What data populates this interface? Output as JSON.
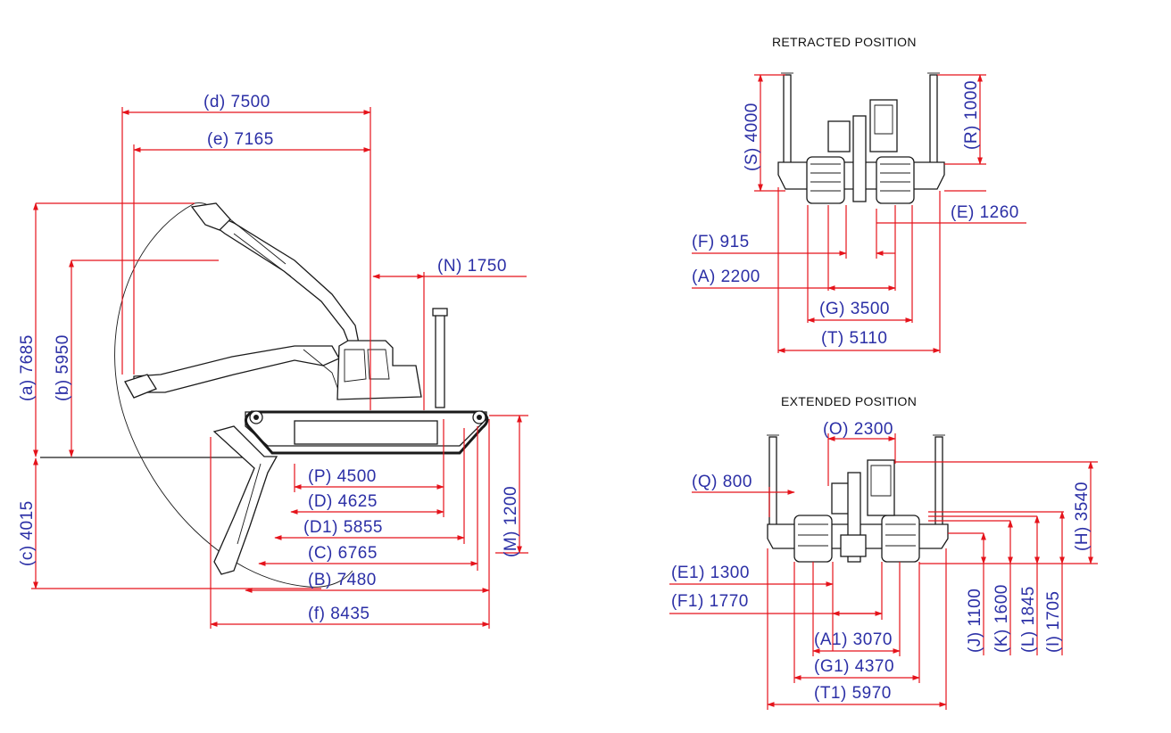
{
  "colors": {
    "dimension_line": "#e5131b",
    "dimension_text": "#2b2fa6",
    "machine_line": "#1a1a1a",
    "background": "#ffffff"
  },
  "side_view": {
    "d": "(d)  7500",
    "e": "(e)  7165",
    "a": "(a)  7685",
    "b": "(b)  5950",
    "c": "(c)  4015",
    "N": "(N)  1750",
    "P": "(P)  4500",
    "D": "(D)  4625",
    "D1": "(D1)  5855",
    "C": "(C)  6765",
    "B": "(B)  7480",
    "f": "(f)  8435",
    "M": "(M)  1200"
  },
  "retracted": {
    "heading": "RETRACTED POSITION",
    "S": "(S)  4000",
    "R": "(R)  1000",
    "E": "(E)  1260",
    "F": "(F)  915",
    "A": "(A)  2200",
    "G": "(G)  3500",
    "T": "(T)  5110"
  },
  "extended": {
    "heading": "EXTENDED POSITION",
    "O": "(O)  2300",
    "Q": "(Q)  800",
    "H": "(H)  3540",
    "E1": "(E1)  1300",
    "F1": "(F1)  1770",
    "A1": "(A1)  3070",
    "G1": "(G1)  4370",
    "T1": "(T1)  5970",
    "J": "(J)  1100",
    "K": "(K)  1600",
    "L": "(L)  1845",
    "I": "(I)  1705"
  }
}
